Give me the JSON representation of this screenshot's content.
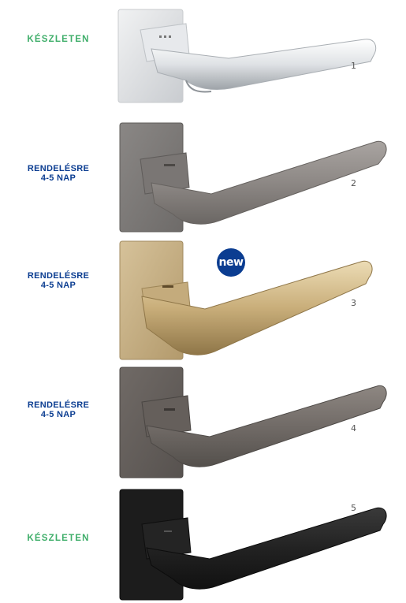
{
  "items": [
    {
      "status_lines": [
        "KÉSZLETEN"
      ],
      "status_kind": "stock",
      "number": "1",
      "finish": "chrome",
      "badge": ""
    },
    {
      "status_lines": [
        "RENDELÉSRE",
        "4-5 NAP"
      ],
      "status_kind": "order",
      "number": "2",
      "finish": "graphite",
      "badge": ""
    },
    {
      "status_lines": [
        "RENDELÉSRE",
        "4-5 NAP"
      ],
      "status_kind": "order",
      "number": "3",
      "finish": "brass",
      "badge": "new"
    },
    {
      "status_lines": [
        "RENDELÉSRE",
        "4-5 NAP"
      ],
      "status_kind": "order",
      "number": "4",
      "finish": "bronze",
      "badge": ""
    },
    {
      "status_lines": [
        "KÉSZLETEN"
      ],
      "status_kind": "stock",
      "number": "5",
      "finish": "black",
      "badge": ""
    }
  ],
  "colors": {
    "stock_text": "#3fae6a",
    "order_text": "#0b3d91",
    "badge_bg": "#0b3d91"
  }
}
